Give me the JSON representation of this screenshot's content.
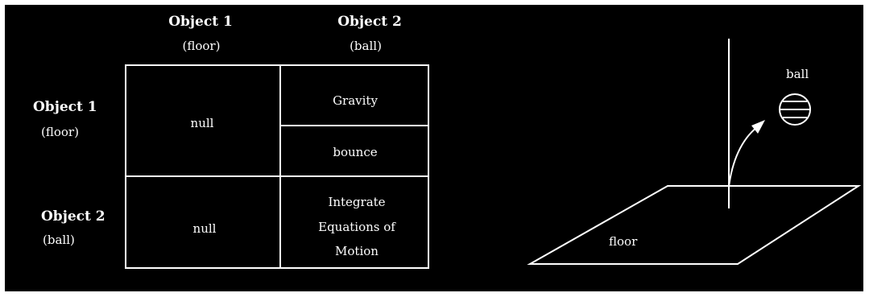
{
  "matrix": {
    "columns": [
      {
        "title": "Object 1",
        "subtitle": "(floor)"
      },
      {
        "title": "Object 2",
        "subtitle": "(ball)"
      }
    ],
    "rows": [
      {
        "title": "Object 1",
        "subtitle": "(floor)"
      },
      {
        "title": "Object 2",
        "subtitle": "(ball)"
      }
    ],
    "cells": {
      "r1c1": "null",
      "r1c2_top": "Gravity",
      "r1c2_bottom": "bounce",
      "r2c1": "null",
      "r2c2_lines": [
        "Integrate",
        "Equations of",
        "Motion"
      ]
    }
  },
  "scene": {
    "ball_label": "ball",
    "floor_label": "floor"
  },
  "colors": {
    "background": "#000000",
    "foreground": "#ffffff",
    "border": "#ffffff"
  }
}
